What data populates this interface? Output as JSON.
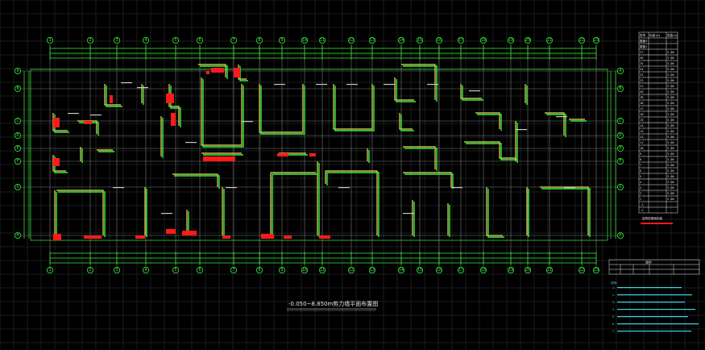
{
  "drawing": {
    "title": "-0.050~8.850m剪力墙平面布置图",
    "axis_labels_x": [
      "1",
      "2",
      "3",
      "4",
      "5",
      "6",
      "7",
      "8",
      "9",
      "10",
      "11",
      "12",
      "13",
      "14",
      "15",
      "16",
      "17",
      "18",
      "19",
      "20",
      "21",
      "22",
      "23"
    ],
    "axis_labels_y": [
      "A",
      "B",
      "C",
      "D",
      "E",
      "F",
      "G",
      "H"
    ],
    "colors": {
      "background": "#000000",
      "dimension": "#3cf03c",
      "wall": "#e8e060",
      "column": "#ff1a1a",
      "notes": "#3ad7e6",
      "text": "#e6e6e6"
    }
  },
  "elevation_table": {
    "header": [
      "层号",
      "标高(m)",
      "层高(m)"
    ],
    "rows": [
      [
        "屋面2",
        "",
        ""
      ],
      [
        "屋面1",
        "",
        ""
      ],
      [
        "27",
        "",
        "3.00"
      ],
      [
        "26",
        "",
        "3.00"
      ],
      [
        "25",
        "",
        "3.00"
      ],
      [
        "24",
        "",
        "3.00"
      ],
      [
        "23",
        "",
        "3.00"
      ],
      [
        "22",
        "",
        "3.00"
      ],
      [
        "21",
        "",
        "3.00"
      ],
      [
        "20",
        "",
        "3.00"
      ],
      [
        "19",
        "",
        "3.00"
      ],
      [
        "18",
        "",
        "3.00"
      ],
      [
        "17",
        "",
        "3.00"
      ],
      [
        "16",
        "",
        "3.00"
      ],
      [
        "15",
        "",
        "3.00"
      ],
      [
        "14",
        "",
        "3.00"
      ],
      [
        "13",
        "",
        "3.00"
      ],
      [
        "12",
        "",
        "3.00"
      ],
      [
        "11",
        "",
        "3.00"
      ],
      [
        "10",
        "",
        "3.00"
      ],
      [
        "9",
        "",
        "3.00"
      ],
      [
        "8",
        "",
        "3.00"
      ],
      [
        "7",
        "",
        "3.00"
      ],
      [
        "6",
        "",
        "3.00"
      ],
      [
        "5",
        "",
        "3.00"
      ],
      [
        "4",
        "",
        "3.00"
      ],
      [
        "3",
        "",
        "3.00"
      ],
      [
        "2",
        "",
        "3.00"
      ],
      [
        "1",
        "",
        "3.00"
      ],
      [
        "-1",
        "",
        ""
      ],
      [
        "-2",
        "",
        ""
      ]
    ],
    "footer_label": "结构层楼面标高"
  },
  "legend_table": {
    "title": "图例",
    "header": [
      "",
      "",
      "",
      "",
      ""
    ]
  },
  "notes": {
    "heading": "说明:",
    "lines": [
      "1.",
      "2.",
      "3.",
      "4.",
      "5.",
      "6.",
      "7."
    ]
  }
}
